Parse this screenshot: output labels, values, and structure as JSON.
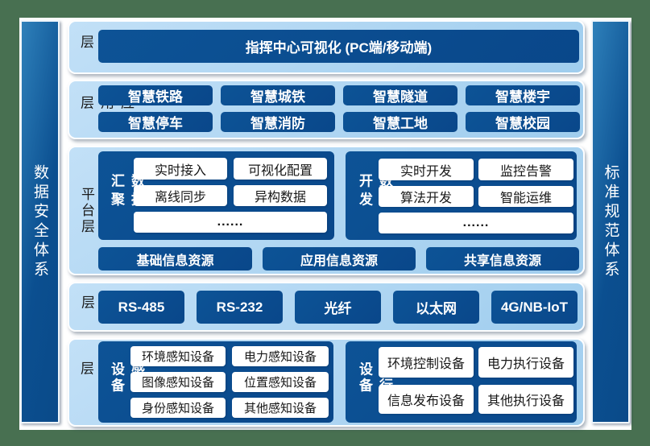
{
  "colors": {
    "frame_green": "#487051",
    "panel_light_blue": "#aad3f1",
    "block_dark_blue": "#0b4d90",
    "sidebar_blue": "#0f5d9f",
    "pill_bg": "#ffffff",
    "pill_text": "#171717"
  },
  "sidebars": {
    "left": "数据安全体系",
    "right": "标准规范体系"
  },
  "layers": [
    {
      "label": "展示层",
      "banner": "指挥中心可视化 (PC端/移动端)"
    },
    {
      "label": "应用层",
      "buttons": [
        "智慧铁路",
        "智慧城铁",
        "智慧隧道",
        "智慧楼宇",
        "智慧停车",
        "智慧消防",
        "智慧工地",
        "智慧校园"
      ]
    },
    {
      "label": "平台层",
      "groups": [
        {
          "label": "数据汇聚",
          "pills": [
            "实时接入",
            "可视化配置",
            "离线同步",
            "异构数据"
          ],
          "more": "......"
        },
        {
          "label": "数据开发",
          "pills": [
            "实时开发",
            "监控告警",
            "算法开发",
            "智能运维"
          ],
          "more": "......"
        }
      ],
      "resources": [
        "基础信息资源",
        "应用信息资源",
        "共享信息资源"
      ]
    },
    {
      "label": "网络层",
      "buttons": [
        "RS-485",
        "RS-232",
        "光纤",
        "以太网",
        "4G/NB-IoT"
      ]
    },
    {
      "label": "感知层",
      "groups": [
        {
          "label": "感知设备",
          "pills": [
            "环境感知设备",
            "电力感知设备",
            "图像感知设备",
            "位置感知设备",
            "身份感知设备",
            "其他感知设备"
          ]
        },
        {
          "label": "执行设备",
          "pills": [
            "环境控制设备",
            "电力执行设备",
            "信息发布设备",
            "其他执行设备"
          ]
        }
      ]
    }
  ]
}
